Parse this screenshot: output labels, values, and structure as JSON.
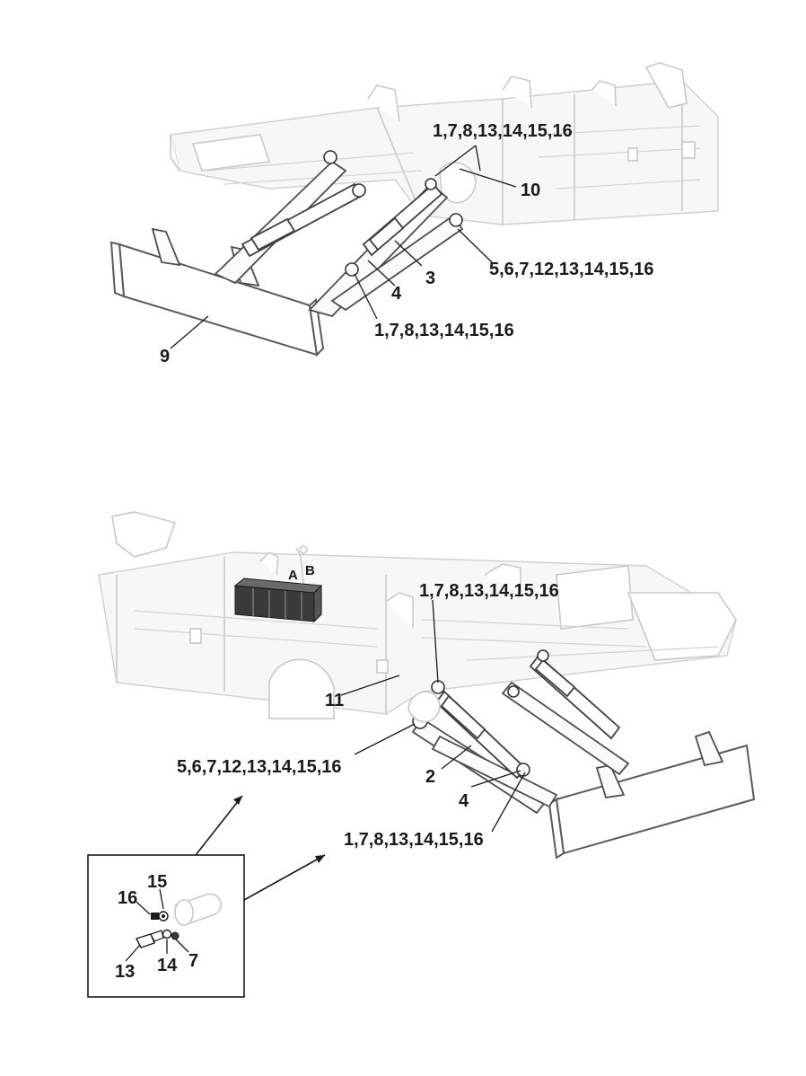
{
  "top_view": {
    "callouts": {
      "c_top_right": "1,7,8,13,14,15,16",
      "c_10": "10",
      "c_3": "3",
      "c_4": "4",
      "c_pivot": "5,6,7,12,13,14,15,16",
      "c_lower": "1,7,8,13,14,15,16",
      "c_9": "9"
    }
  },
  "bottom_view": {
    "callouts": {
      "c_a": "A",
      "c_b": "B",
      "c_upper": "1,7,8,13,14,15,16",
      "c_11": "11",
      "c_pivot": "5,6,7,12,13,14,15,16",
      "c_2": "2",
      "c_4": "4",
      "c_lower": "1,7,8,13,14,15,16"
    }
  },
  "detail": {
    "callouts": {
      "c_15": "15",
      "c_16": "16",
      "c_7": "7",
      "c_13": "13",
      "c_14": "14"
    }
  },
  "colors": {
    "ink": "#1a1a1a",
    "faded_frame": "#c9c9c9",
    "valve_block": "#3a3a3a"
  }
}
